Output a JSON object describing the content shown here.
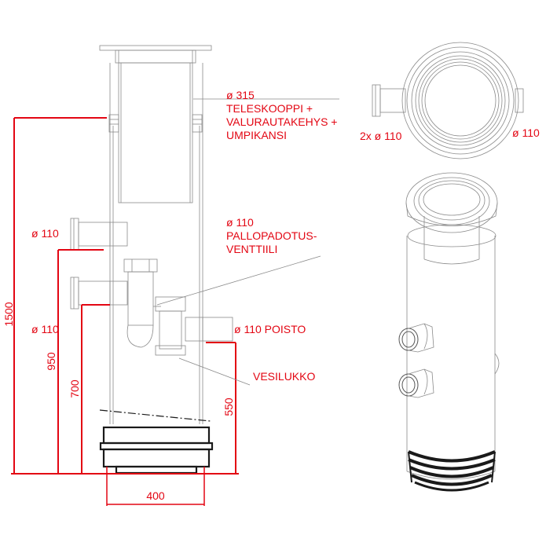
{
  "colors": {
    "annotation": "#e30613",
    "line": "#8a8a8a",
    "seal": "#1a1a1a"
  },
  "labels": {
    "telescope_line1": "ø 315",
    "telescope_line2": "TELESKOOPPI +",
    "telescope_line3": "VALURAUTAKEHYS +",
    "telescope_line4": "UMPIKANSI",
    "ballvalve_line1": "ø 110",
    "ballvalve_line2": "PALLOPADOTUS-",
    "ballvalve_line3": "VENTTIILI",
    "inlet_upper": "ø 110",
    "inlet_lower": "ø 110",
    "outlet": "ø 110 POISTO",
    "trap": "VESILUKKO",
    "top_left_inlets": "2x ø 110",
    "top_right_outlet": "ø 110"
  },
  "dimensions": {
    "total_height": "1500",
    "inlet_upper_height": "950",
    "inlet_lower_height": "700",
    "outlet_height": "550",
    "base_width": "400"
  }
}
